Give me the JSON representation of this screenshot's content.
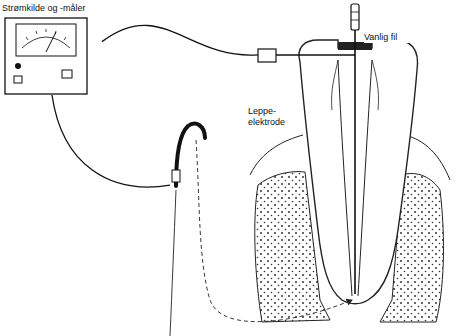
{
  "diagram": {
    "nodes": [
      {
        "text": [
          "Strømkilde og -måler"
        ]
      },
      {
        "text": [
          "Leppe- elektrode"
        ]
      },
      {
        "text": [
          "Vanlig fil"
        ]
      }
    ],
    "edges": [
      {
        "from": 0,
        "to": 2,
        "arrow": "none"
      },
      {
        "from": 0,
        "to": 1,
        "arrow": "none"
      }
    ]
  }
}
